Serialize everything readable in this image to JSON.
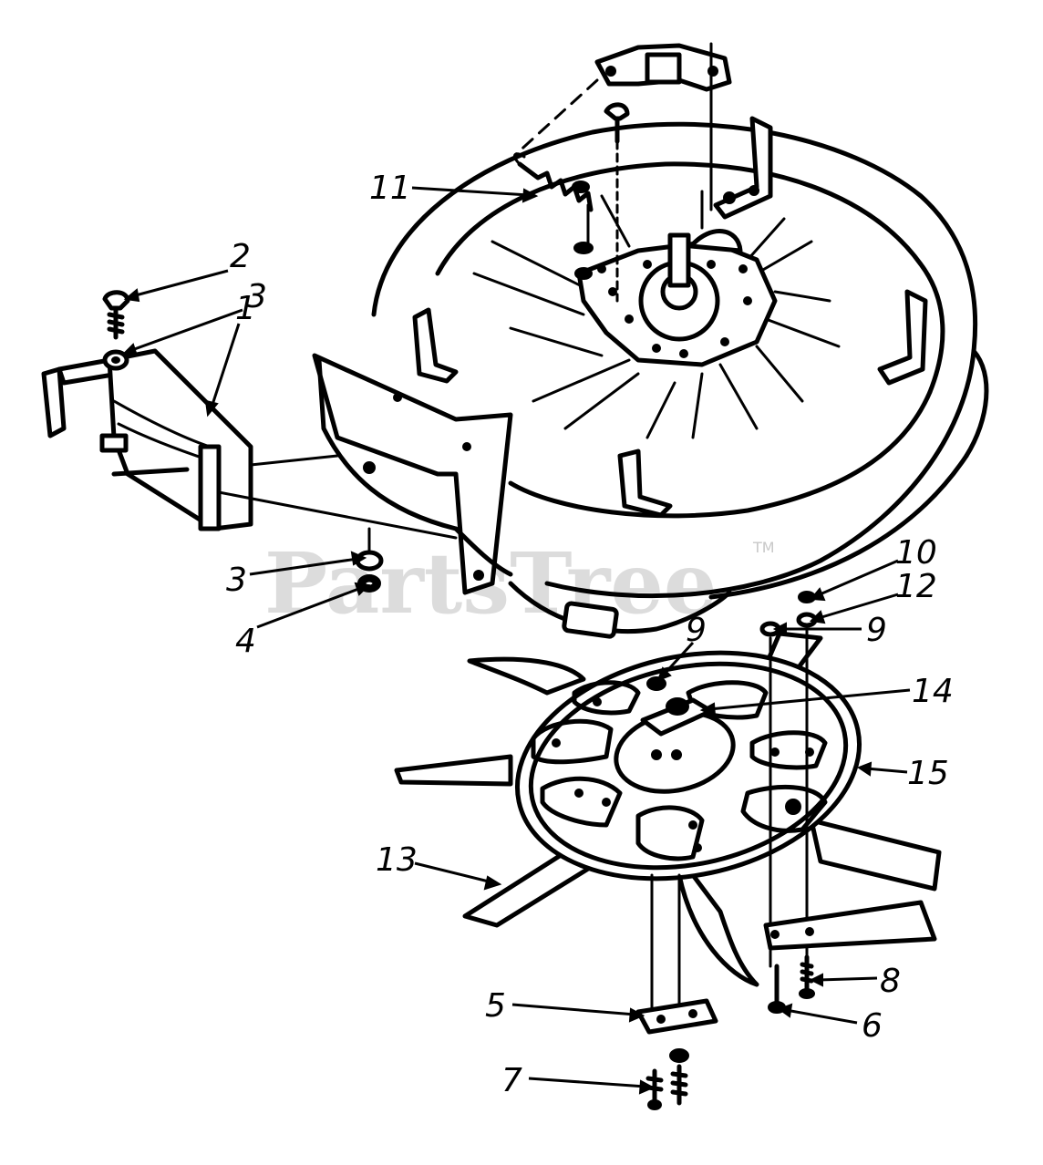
{
  "watermark": {
    "text": "PartsTree",
    "trademark": "TM"
  },
  "callouts": [
    {
      "label": "1"
    },
    {
      "label": "2"
    },
    {
      "label": "3"
    },
    {
      "label": "3"
    },
    {
      "label": "4"
    },
    {
      "label": "5"
    },
    {
      "label": "6"
    },
    {
      "label": "7"
    },
    {
      "label": "8"
    },
    {
      "label": "9"
    },
    {
      "label": "9"
    },
    {
      "label": "10"
    },
    {
      "label": "11"
    },
    {
      "label": "12"
    },
    {
      "label": "13"
    },
    {
      "label": "14"
    },
    {
      "label": "15"
    }
  ]
}
